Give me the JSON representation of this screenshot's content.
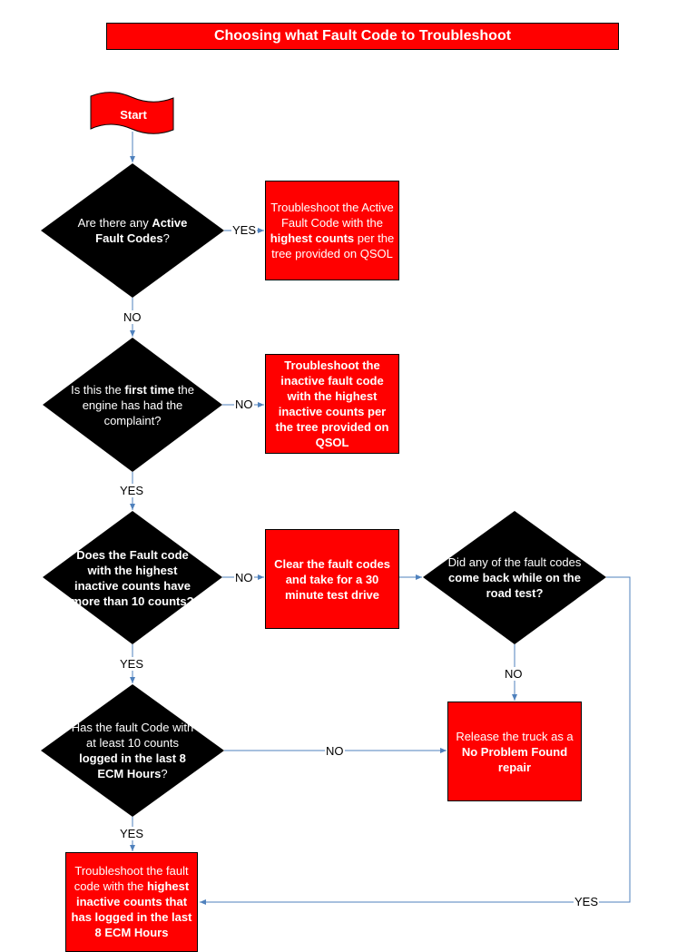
{
  "title": "Choosing what Fault Code to Troubleshoot",
  "colors": {
    "box_fill": "#ff0000",
    "diamond_fill": "#000000",
    "connector": "#4f81bd"
  },
  "start": {
    "label": "Start"
  },
  "decisions": {
    "d1": {
      "pre": "Are there any ",
      "bold": "Active Fault Codes",
      "post": "?"
    },
    "d2": {
      "pre": "Is this the ",
      "bold": "first time",
      "post": " the engine has had the complaint?"
    },
    "d3": {
      "text": "Does the Fault code with the highest inactive counts have more than 10 counts?"
    },
    "d4": {
      "pre": "Has the fault Code with at least 10 counts ",
      "bold": "logged in the last 8 ECM Hours",
      "post": "?"
    },
    "d5": {
      "pre": "Did any of the fault codes ",
      "bold": "come back while on the road test?",
      "post": ""
    }
  },
  "actions": {
    "a1": {
      "pre": "Troubleshoot the Active Fault Code with the ",
      "bold": "highest counts",
      "post": " per the tree provided on QSOL"
    },
    "a2": {
      "text": "Troubleshoot the inactive fault code with the highest inactive counts per the tree provided on QSOL"
    },
    "a3": {
      "text": "Clear the fault codes and take for a 30 minute test drive"
    },
    "a4": {
      "pre": "Release the truck as a ",
      "bold": "No Problem Found repair",
      "post": ""
    },
    "a5": {
      "pre": "Troubleshoot the fault code with the ",
      "bold": "highest inactive counts that has logged in the last 8 ECM Hours",
      "post": ""
    }
  },
  "connectors": {
    "c1_yes": "YES",
    "c1_no": "NO",
    "c2_no": "NO",
    "c2_yes": "YES",
    "c3_no": "NO",
    "c3_yes": "YES",
    "c4_no": "NO",
    "c4_yes": "YES",
    "c5_no": "NO",
    "c5_yes": "YES"
  }
}
